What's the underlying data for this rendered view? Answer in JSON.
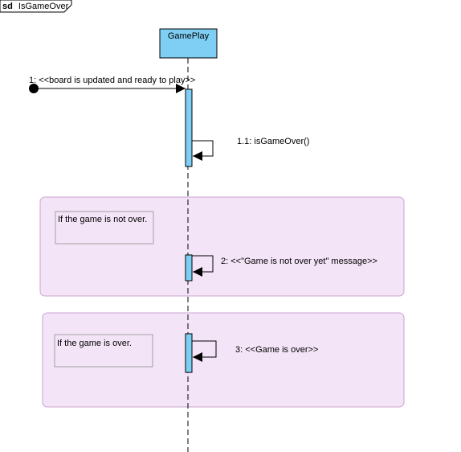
{
  "frame": {
    "keyword": "sd",
    "name": "IsGameOver"
  },
  "lifeline": {
    "name": "GamePlay"
  },
  "messages": [
    {
      "label": "1: <<board is updated and ready to play>>"
    },
    {
      "label": "1.1: isGameOver()"
    },
    {
      "label": "2: <<\"Game is not over yet\" message>>"
    },
    {
      "label": "3: <<Game is over>>"
    }
  ],
  "fragments": [
    {
      "guard": "If the game is not over."
    },
    {
      "guard": "If the game is over."
    }
  ],
  "colors": {
    "lifeline_fill": "#7fcff4",
    "activation_fill": "#7fcff4",
    "fragment_fill": "#f4e4f7",
    "fragment_stroke": "#c9a6cf",
    "guard_stroke": "#a0a0a0",
    "line": "#000000"
  }
}
